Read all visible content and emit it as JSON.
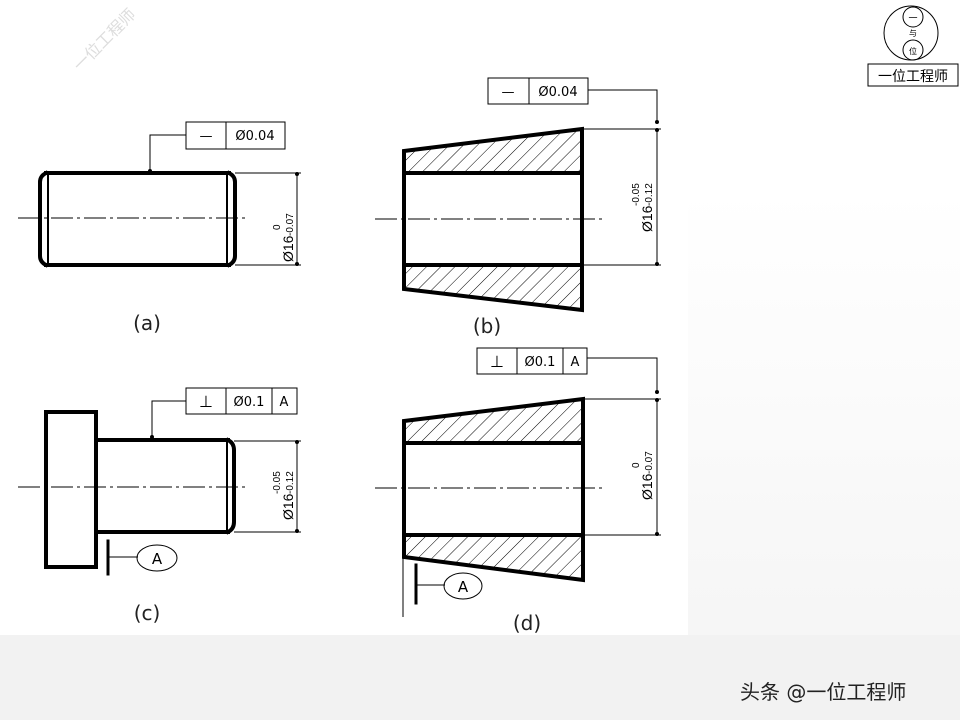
{
  "watermark": "一位工程师",
  "logo": {
    "top_char": "一",
    "mid_char": "与",
    "bottom_char": "位",
    "caption": "一位工程师"
  },
  "credit": "头条 @一位工程师",
  "figures": {
    "a": {
      "label": "(a)",
      "fcf": {
        "symbol": "—",
        "tolerance": "Ø0.04"
      },
      "dim": {
        "nominal": "Ø16",
        "upper": "0",
        "lower": "-0.07"
      }
    },
    "b": {
      "label": "(b)",
      "fcf": {
        "symbol": "—",
        "tolerance": "Ø0.04"
      },
      "dim": {
        "nominal": "Ø16",
        "upper": "-0.05",
        "lower": "-0.12"
      }
    },
    "c": {
      "label": "(c)",
      "fcf": {
        "symbol": "⊥",
        "tolerance": "Ø0.1",
        "datum": "A"
      },
      "dim": {
        "nominal": "Ø16",
        "upper": "-0.05",
        "lower": "-0.12"
      },
      "datum_label": "A"
    },
    "d": {
      "label": "(d)",
      "fcf": {
        "symbol": "⊥",
        "tolerance": "Ø0.1",
        "datum": "A"
      },
      "dim": {
        "nominal": "Ø16",
        "upper": "0",
        "lower": "-0.07"
      },
      "datum_label": "A"
    }
  }
}
